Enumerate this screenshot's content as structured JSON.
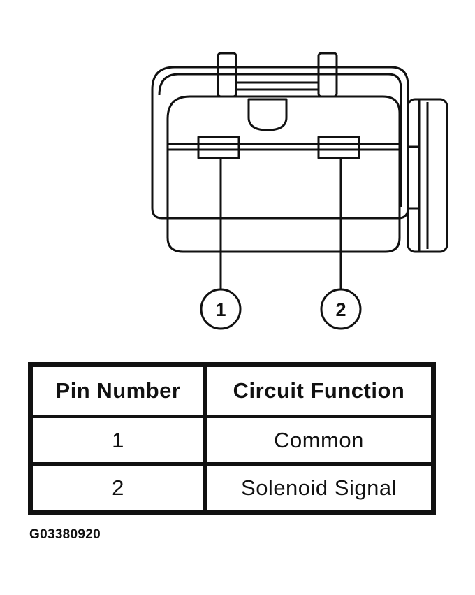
{
  "diagram": {
    "pin_callouts": [
      "1",
      "2"
    ]
  },
  "table": {
    "headers": [
      "Pin Number",
      "Circuit Function"
    ],
    "rows": [
      [
        "1",
        "Common"
      ],
      [
        "2",
        "Solenoid Signal"
      ]
    ]
  },
  "figure_id": "G03380920"
}
